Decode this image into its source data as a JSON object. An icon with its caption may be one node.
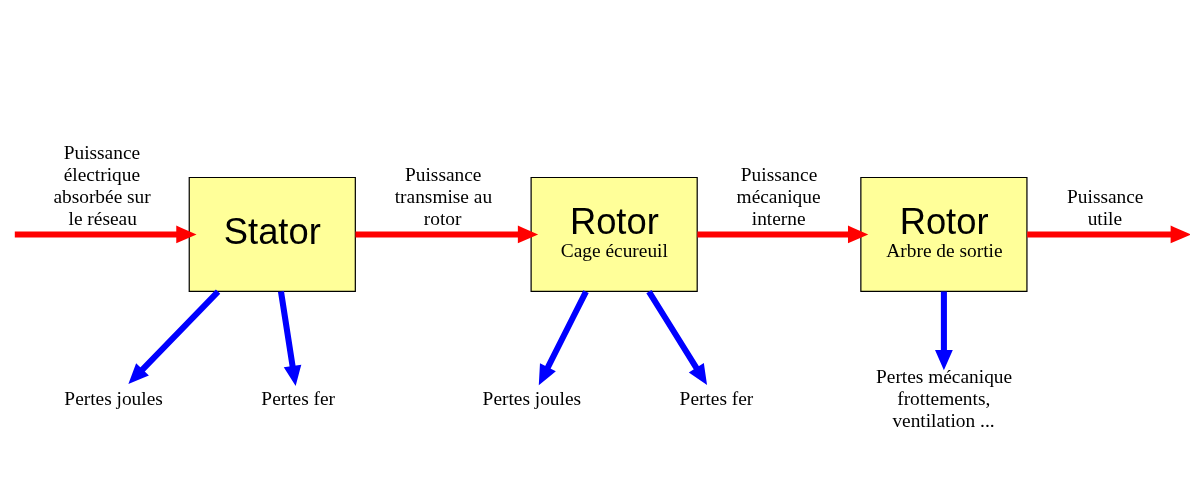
{
  "diagram": {
    "nodes": [
      {
        "text": [
          "Stator"
        ]
      },
      {
        "text": [
          "Rotor",
          "Cage écureuil"
        ]
      },
      {
        "text": [
          "Rotor",
          "Arbre de sortie"
        ]
      },
      {
        "text": [
          "Pertes joules"
        ]
      },
      {
        "text": [
          "Pertes fer"
        ]
      },
      {
        "text": [
          "Pertes joules"
        ]
      },
      {
        "text": [
          "Pertes fer"
        ]
      },
      {
        "text": [
          "Pertes mécanique frottements, ventilation ..."
        ]
      }
    ],
    "edges": [
      {
        "from": null,
        "to": 0,
        "arrow": "to",
        "label": "Puissance électrique absorbée sur le réseau",
        "color": "#ff0000"
      },
      {
        "from": 0,
        "to": 1,
        "arrow": "to",
        "label": "Puissance transmise au rotor",
        "color": "#ff0000"
      },
      {
        "from": 1,
        "to": 2,
        "arrow": "to",
        "label": "Puissance mécanique interne",
        "color": "#ff0000"
      },
      {
        "from": 2,
        "to": null,
        "arrow": "to",
        "label": "Puissance utile",
        "color": "#ff0000"
      },
      {
        "from": 0,
        "to": 3,
        "arrow": "to",
        "color": "#0000ff"
      },
      {
        "from": 0,
        "to": 4,
        "arrow": "to",
        "color": "#0000ff"
      },
      {
        "from": 1,
        "to": 5,
        "arrow": "to",
        "color": "#0000ff"
      },
      {
        "from": 1,
        "to": 6,
        "arrow": "to",
        "color": "#0000ff"
      },
      {
        "from": 2,
        "to": 7,
        "arrow": "to",
        "color": "#0000ff"
      }
    ]
  }
}
